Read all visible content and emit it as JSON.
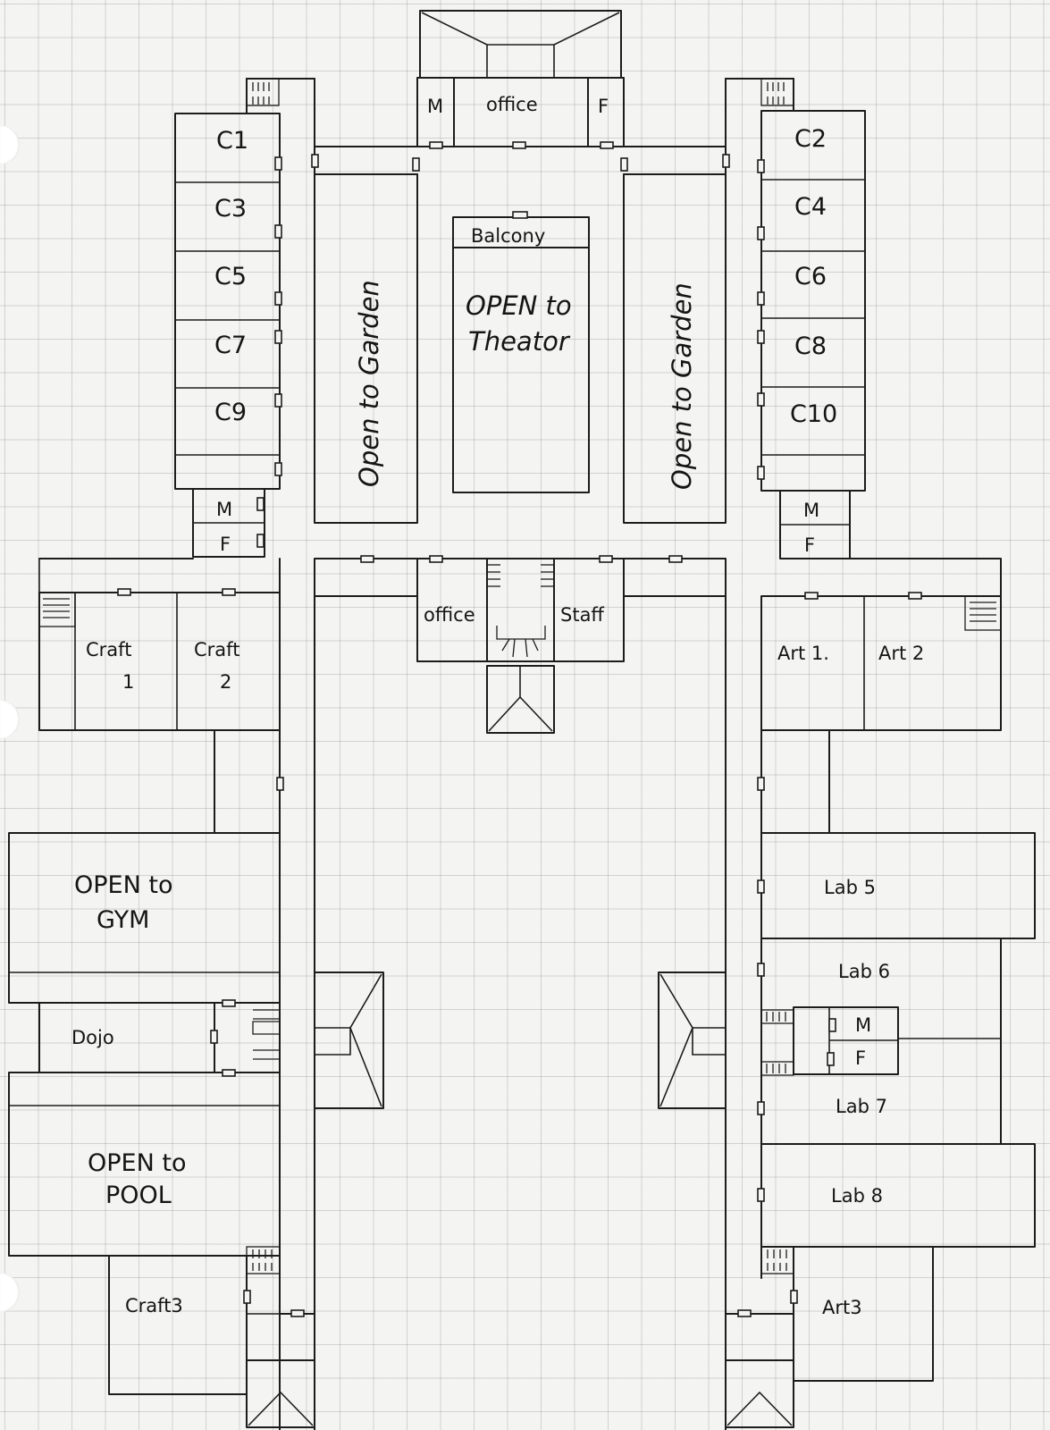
{
  "labels": {
    "office_top": "office",
    "mens_top": "M",
    "womens_top": "F",
    "balcony": "Balcony",
    "theater_1": "OPEN to",
    "theater_2": "Theator",
    "garden_left": "Open to Garden",
    "garden_right": "Open to Garden",
    "c1": "C1",
    "c2": "C2",
    "c3": "C3",
    "c4": "C4",
    "c5": "C5",
    "c6": "C6",
    "c7": "C7",
    "c8": "C8",
    "c9": "C9",
    "c10": "C10",
    "mens_left": "M",
    "womens_left": "F",
    "mens_right": "M",
    "womens_right": "F",
    "craft1_a": "Craft",
    "craft1_b": "1",
    "craft2_a": "Craft",
    "craft2_b": "2",
    "office_mid": "office",
    "staff": "Staff",
    "art1": "Art 1.",
    "art2": "Art 2",
    "gym_1": "OPEN to",
    "gym_2": "GYM",
    "dojo": "Dojo",
    "pool_1": "OPEN to",
    "pool_2": "POOL",
    "craft3": "Craft3",
    "lab5": "Lab 5",
    "lab6": "Lab 6",
    "lab7": "Lab 7",
    "lab8": "Lab 8",
    "mens_lab": "M",
    "womens_lab": "F",
    "art3": "Art3"
  }
}
